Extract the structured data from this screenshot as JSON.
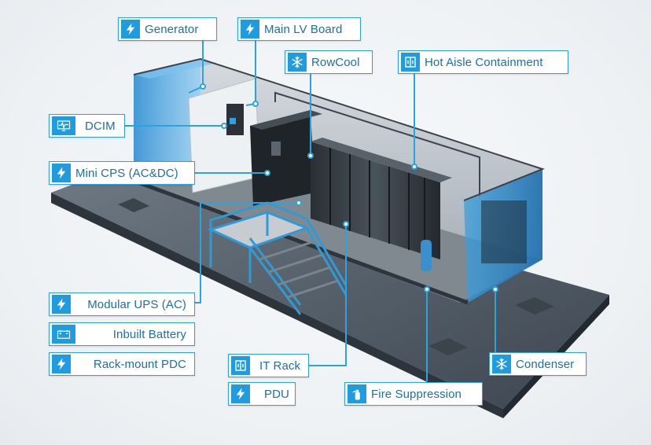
{
  "labels": {
    "generator": "Generator",
    "main_lv_board": "Main LV Board",
    "rowcool": "RowCool",
    "hot_aisle": "Hot Aisle Containment",
    "dcim": "DCIM",
    "mini_cps": "Mini CPS (AC&DC)",
    "modular_ups": "Modular UPS (AC)",
    "inbuilt_battery": "Inbuilt Battery",
    "rack_pdc": "Rack-mount PDC",
    "it_rack": "IT Rack",
    "pdu": "PDU",
    "fire_suppression": "Fire Suppression",
    "condenser": "Condenser"
  },
  "icons": {
    "generator": "lightning-icon",
    "main_lv_board": "lightning-icon",
    "rowcool": "snowflake-icon",
    "hot_aisle": "rack-doors-icon",
    "dcim": "monitor-pulse-icon",
    "mini_cps": "lightning-icon",
    "modular_ups": "lightning-icon",
    "inbuilt_battery": "battery-icon",
    "rack_pdc": "lightning-icon",
    "it_rack": "rack-doors-icon",
    "pdu": "lightning-icon",
    "fire_suppression": "fire-extinguisher-icon",
    "condenser": "snowflake-icon"
  },
  "colors": {
    "accent": "#1f9be0",
    "label_text": "#1d6fa7",
    "leader_line": "#2ba3e0"
  }
}
